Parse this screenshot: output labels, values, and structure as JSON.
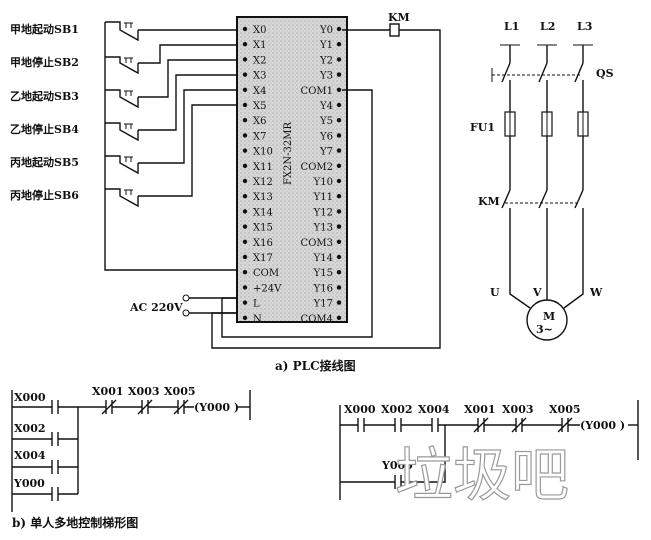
{
  "wiring": {
    "switches": [
      "甲地起动SB1",
      "甲地停止SB2",
      "乙地起动SB3",
      "乙地停止SB4",
      "丙地起动SB5",
      "丙地停止SB6"
    ],
    "plc_model": "FX2N-32MR",
    "left_pins": [
      "X0",
      "X1",
      "X2",
      "X3",
      "X4",
      "X5",
      "X6",
      "X7",
      "X10",
      "X11",
      "X12",
      "X13",
      "X14",
      "X15",
      "X16",
      "X17",
      "COM",
      "+24V",
      "L",
      "N"
    ],
    "right_pins": [
      "Y0",
      "Y1",
      "Y2",
      "Y3",
      "COM1",
      "Y4",
      "Y5",
      "Y6",
      "Y7",
      "COM2",
      "Y10",
      "Y11",
      "Y12",
      "Y13",
      "COM3",
      "Y14",
      "Y15",
      "Y16",
      "Y17",
      "COM4"
    ],
    "coil_label": "KM",
    "supply_label": "AC 220V",
    "caption": "a) PLC接线图"
  },
  "motor": {
    "phases": [
      "L1",
      "L2",
      "L3"
    ],
    "switch_label": "QS",
    "fuse_label": "FU1",
    "contactor_label": "KM",
    "terminals": [
      "U",
      "V",
      "W"
    ],
    "motor_label": "M",
    "motor_sub": "3~"
  },
  "ladder1": {
    "parallel_contacts": [
      "X000",
      "X002",
      "X004",
      "Y000"
    ],
    "series_contacts": [
      "X001",
      "X003",
      "X005"
    ],
    "coil": "(Y000 )",
    "caption": "b) 单人多地控制梯形图"
  },
  "ladder2": {
    "series_no": [
      "X000",
      "X002",
      "X004"
    ],
    "series_nc": [
      "X001",
      "X003",
      "X005"
    ],
    "hold": "Y000",
    "coil": "(Y000 )"
  },
  "watermark": "垃圾吧"
}
